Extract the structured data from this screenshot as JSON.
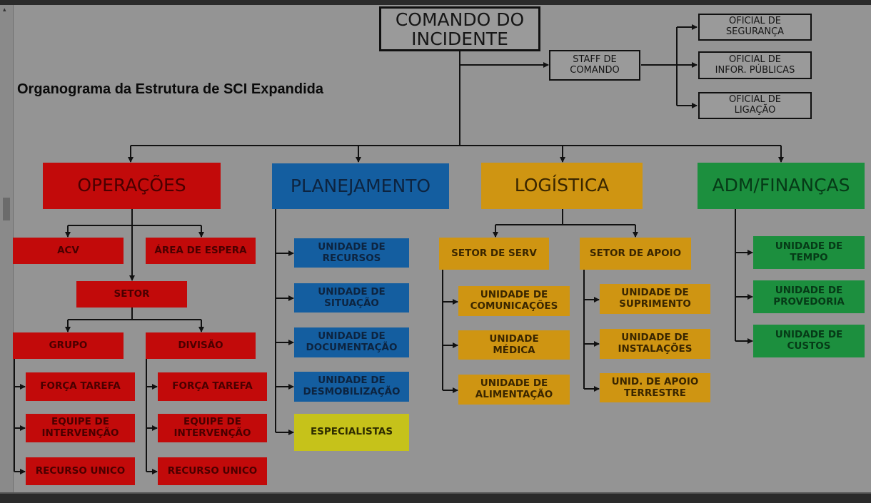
{
  "title": "Organograma da Estrutura de SCI Expandida",
  "colors": {
    "operacoes": "#c20a0a",
    "planejamento": "#145ea0",
    "logistica": "#cf9512",
    "adm_financas": "#1c8f3e",
    "especialistas": "#c6c21a",
    "connector": "#111111"
  },
  "command": {
    "line1": "COMANDO DO",
    "line2": "INCIDENTE"
  },
  "staff": {
    "line1": "STAFF  DE",
    "line2": "COMANDO",
    "officers": [
      {
        "line1": "OFICIAL DE",
        "line2": "SEGURANÇA"
      },
      {
        "line1": "OFICIAL DE",
        "line2": "INFOR. PÚBLICAS"
      },
      {
        "line1": "OFICIAL DE",
        "line2": "LIGAÇÃO"
      }
    ]
  },
  "sections": {
    "operacoes": {
      "label": "OPERAÇÕES",
      "acv": "ACV",
      "area_espera": "ÁREA DE ESPERA",
      "setor": "SETOR",
      "grupo": {
        "label": "GRUPO",
        "items": [
          {
            "line1": "FORÇA TAREFA",
            "line2": ""
          },
          {
            "line1": "EQUIPE DE",
            "line2": "INTERVENÇÃO"
          },
          {
            "line1": "RECURSO UNICO",
            "line2": ""
          }
        ]
      },
      "divisao": {
        "label": "DIVISÃO",
        "items": [
          {
            "line1": "FORÇA TAREFA",
            "line2": ""
          },
          {
            "line1": "EQUIPE DE",
            "line2": "INTERVENÇÃO"
          },
          {
            "line1": "RECURSO UNICO",
            "line2": ""
          }
        ]
      }
    },
    "planejamento": {
      "label": "PLANEJAMENTO",
      "items": [
        {
          "line1": "UNIDADE DE",
          "line2": "RECURSOS"
        },
        {
          "line1": "UNIDADE DE",
          "line2": "SITUAÇÃO"
        },
        {
          "line1": "UNIDADE DE",
          "line2": "DOCUMENTAÇÃO"
        },
        {
          "line1": "UNIDADE DE",
          "line2": "DESMOBILIZAÇÃO"
        }
      ],
      "especialistas": "ESPECIALISTAS"
    },
    "logistica": {
      "label": "LOGÍSTICA",
      "setor_serv": {
        "label": "SETOR DE SERV",
        "items": [
          {
            "line1": "UNIDADE DE",
            "line2": "COMUNICAÇÕES"
          },
          {
            "line1": "UNIDADE",
            "line2": "MÉDICA"
          },
          {
            "line1": "UNIDADE DE",
            "line2": "ALIMENTAÇÃO"
          }
        ]
      },
      "setor_apoio": {
        "label": "SETOR DE APOIO",
        "items": [
          {
            "line1": "UNIDADE  DE",
            "line2": "SUPRIMENTO"
          },
          {
            "line1": "UNIDADE DE",
            "line2": "INSTALAÇÕES"
          },
          {
            "line1": "UNID. DE APOIO",
            "line2": "TERRESTRE"
          }
        ]
      }
    },
    "adm_financas": {
      "label": "ADM/FINANÇAS",
      "items": [
        {
          "line1": "UNIDADE DE",
          "line2": "TEMPO"
        },
        {
          "line1": "UNIDADE DE",
          "line2": "PROVEDORIA"
        },
        {
          "line1": "UNIDADE DE",
          "line2": "CUSTOS"
        }
      ]
    }
  }
}
